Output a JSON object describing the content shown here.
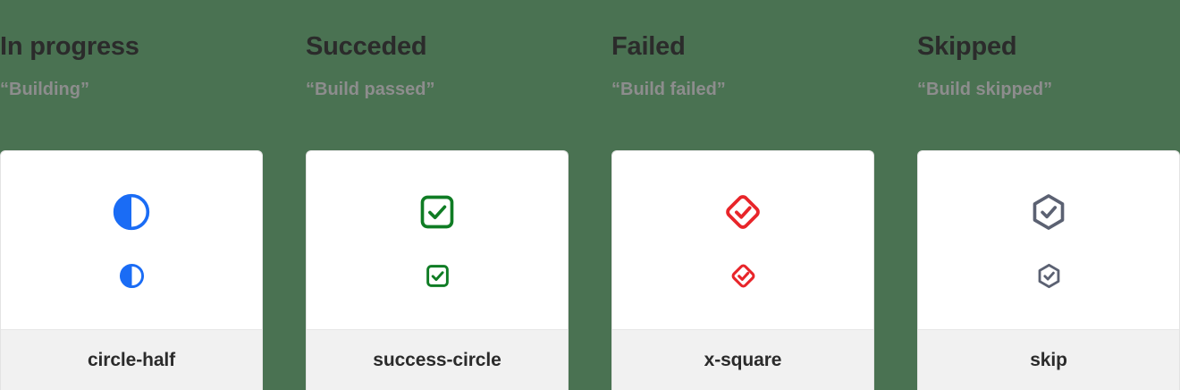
{
  "page": {
    "background_color": "#4a7252",
    "card_background": "#ffffff",
    "footer_background": "#f1f1f1",
    "title_color": "#2b2b2b",
    "subtitle_color": "#8d8d8d"
  },
  "columns": [
    {
      "title": "In progress",
      "subtitle": "“Building”",
      "icon_name": "circle-half",
      "icon_label": "circle-half",
      "icon_color": "#1a6cf5"
    },
    {
      "title": "Succeded",
      "subtitle": "“Build passed”",
      "icon_name": "success-circle",
      "icon_label": "success-circle",
      "icon_color": "#0f7c24"
    },
    {
      "title": "Failed",
      "subtitle": "“Build failed”",
      "icon_name": "x-square",
      "icon_label": "x-square",
      "icon_color": "#e8252a"
    },
    {
      "title": "Skipped",
      "subtitle": "“Build skipped”",
      "icon_name": "skip",
      "icon_label": "skip",
      "icon_color": "#5b6172"
    }
  ]
}
